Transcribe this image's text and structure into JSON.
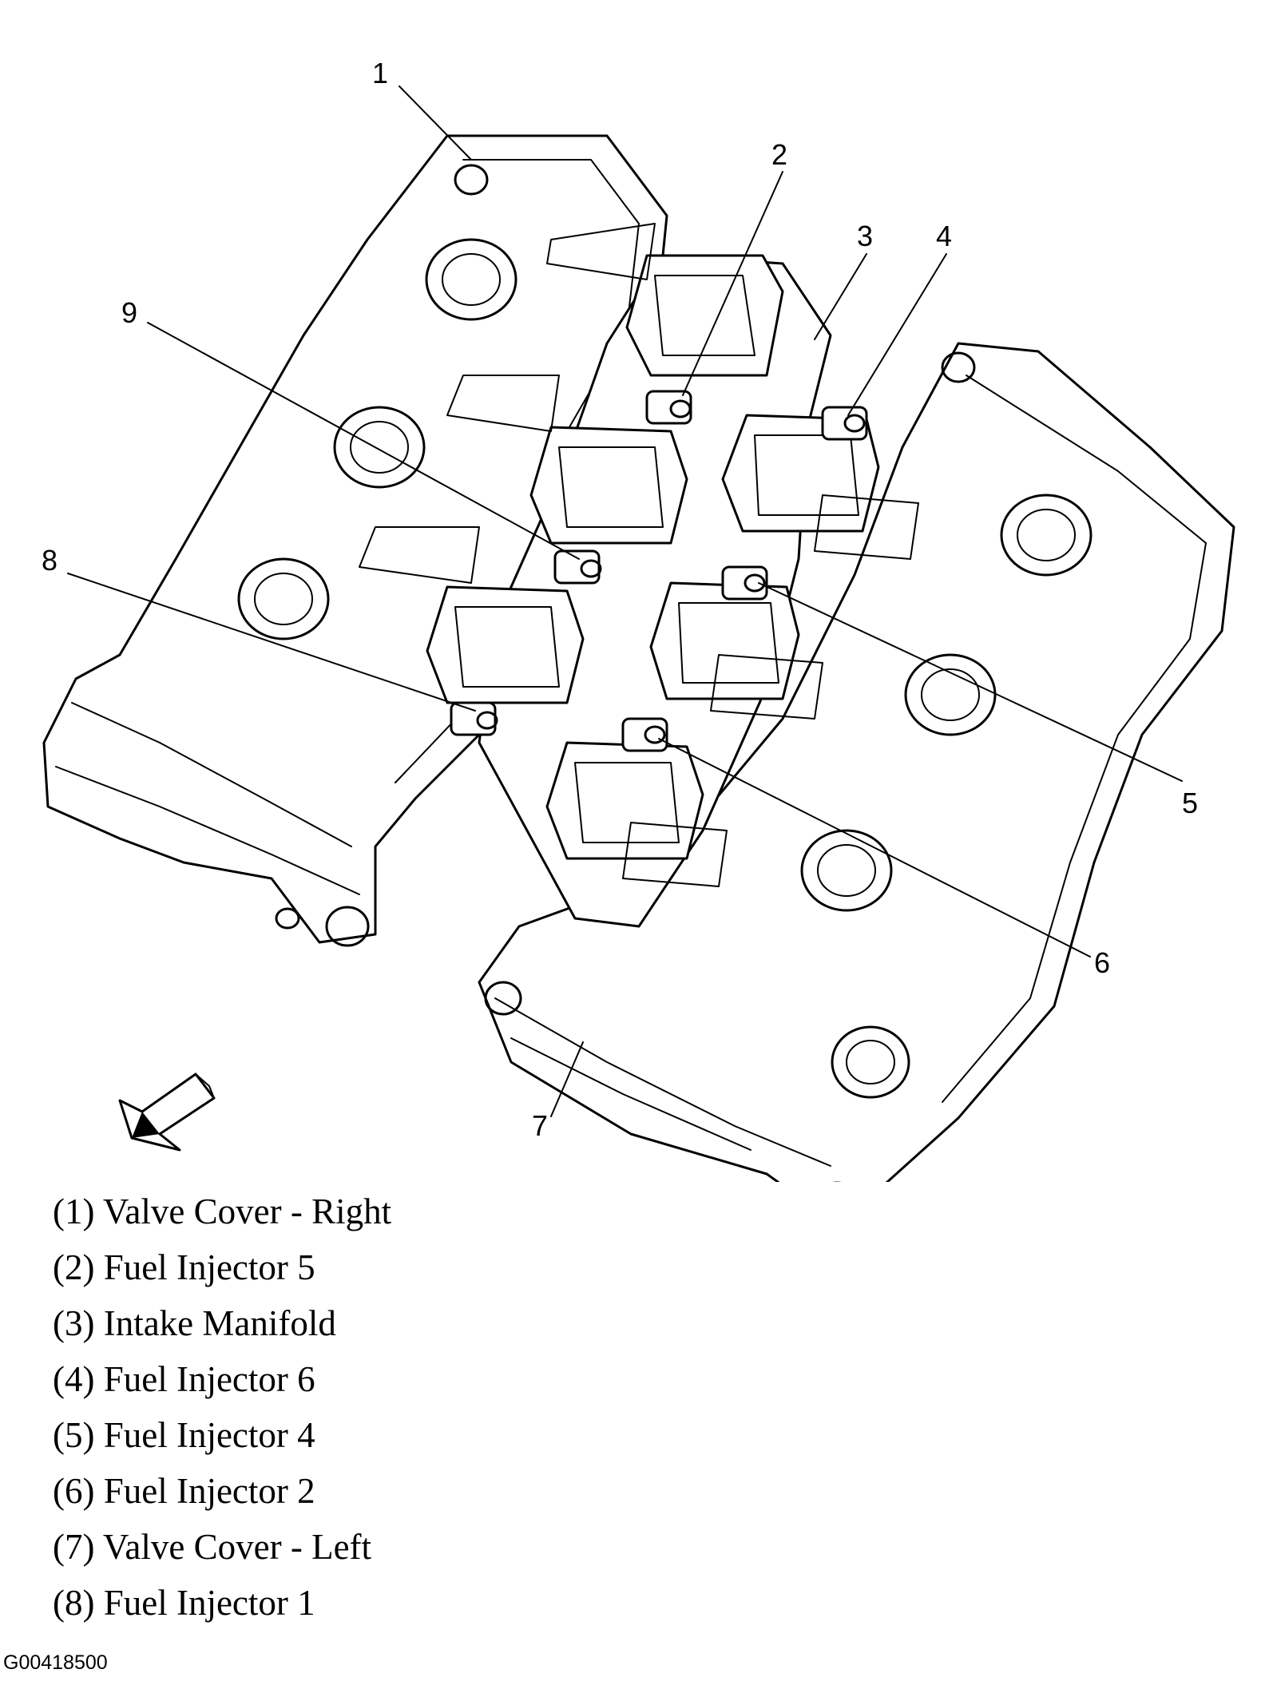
{
  "callouts": [
    "1",
    "2",
    "3",
    "4",
    "5",
    "6",
    "7",
    "8",
    "9"
  ],
  "legend": [
    "(1) Valve Cover - Right",
    "(2) Fuel Injector 5",
    "(3) Intake Manifold",
    "(4) Fuel Injector 6",
    "(5) Fuel Injector 4",
    "(6) Fuel Injector 2",
    "(7) Valve Cover - Left",
    "(8) Fuel Injector 1"
  ],
  "figure_id": "G00418500",
  "icons": {
    "direction": "front-arrow-icon"
  }
}
